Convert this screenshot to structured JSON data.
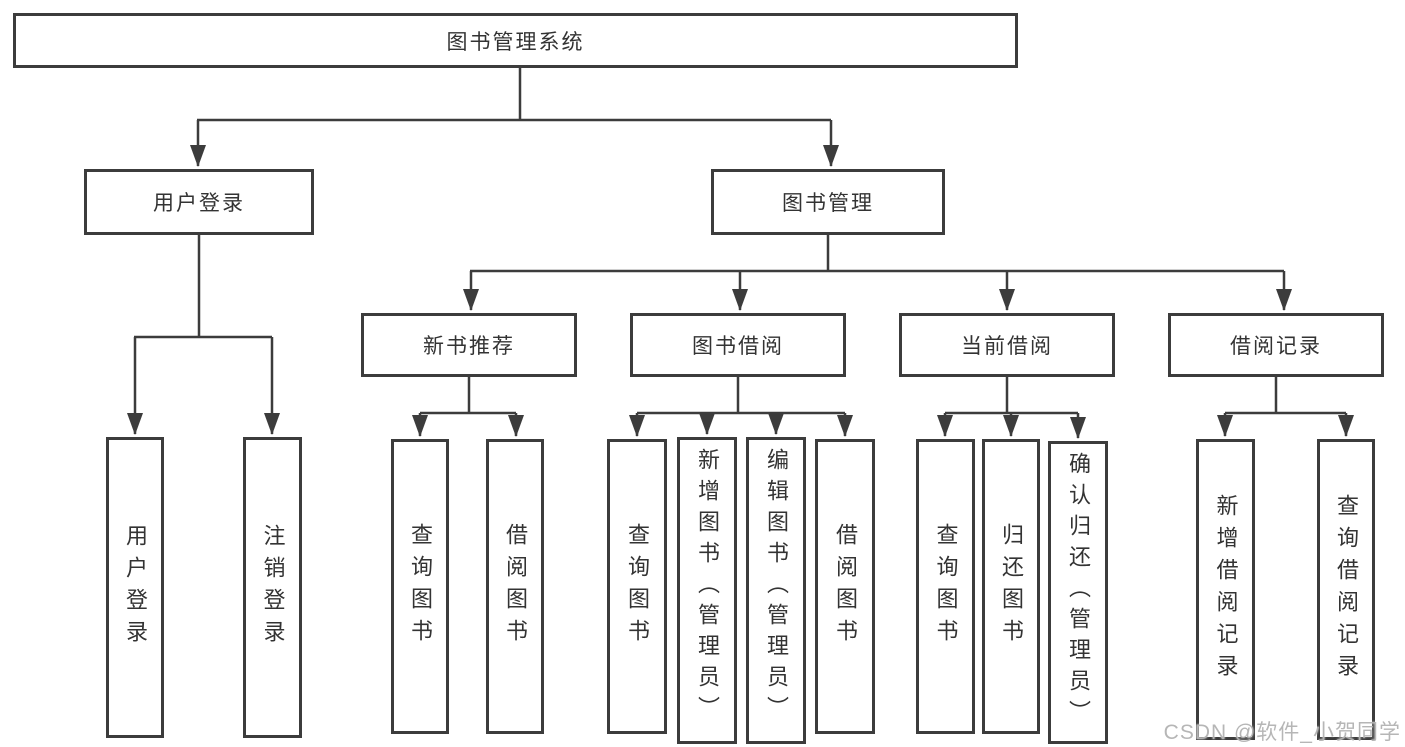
{
  "diagram": {
    "root": {
      "label": "图书管理系统"
    },
    "branches": [
      {
        "label": "用户登录",
        "children": [
          {
            "label": "用户登录"
          },
          {
            "label": "注销登录"
          }
        ]
      },
      {
        "label": "图书管理",
        "children": [
          {
            "label": "新书推荐",
            "children": [
              {
                "label": "查询图书"
              },
              {
                "label": "借阅图书"
              }
            ]
          },
          {
            "label": "图书借阅",
            "children": [
              {
                "label": "查询图书"
              },
              {
                "label": "新增图书（管理员）"
              },
              {
                "label": "编辑图书（管理员）"
              },
              {
                "label": "借阅图书"
              }
            ]
          },
          {
            "label": "当前借阅",
            "children": [
              {
                "label": "查询图书"
              },
              {
                "label": "归还图书"
              },
              {
                "label": "确认归还（管理员）"
              }
            ]
          },
          {
            "label": "借阅记录",
            "children": [
              {
                "label": "新增借阅记录"
              },
              {
                "label": "查询借阅记录"
              }
            ]
          }
        ]
      }
    ],
    "watermark": "CSDN @软件_小贺同学",
    "colors": {
      "line": "#3c3c3c",
      "box_border": "#3c3c3c",
      "text": "#333333",
      "background": "#ffffff",
      "watermark": "#b2b2b2"
    }
  }
}
